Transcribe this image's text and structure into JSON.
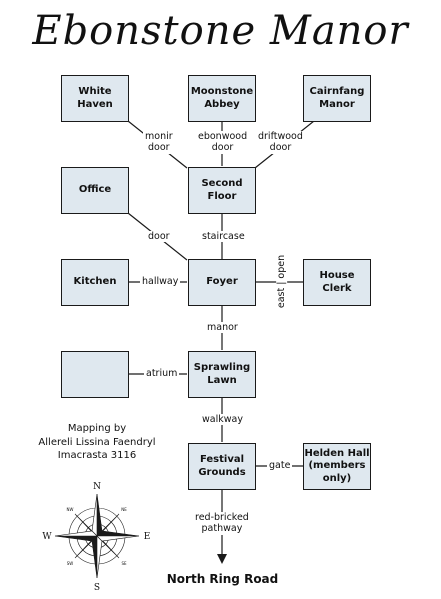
{
  "title": "Ebonstone Manor",
  "rooms": {
    "white_haven": "White Haven",
    "moonstone_abbey": "Moonstone\nAbbey",
    "cairnfang_manor": "Cairnfang\nManor",
    "office": "Office",
    "second_floor": "Second Floor",
    "kitchen": "Kitchen",
    "foyer": "Foyer",
    "house_clerk": "House Clerk",
    "unnamed": "",
    "sprawling_lawn": "Sprawling\nLawn",
    "festival_grounds": "Festival\nGrounds",
    "helden_hall": "Helden Hall\n(members\nonly)"
  },
  "connections": {
    "monir_door": "monir\ndoor",
    "ebonwood_door": "ebonwood\ndoor",
    "driftwood_door": "driftwood\ndoor",
    "door": "door",
    "staircase": "staircase",
    "hallway": "hallway",
    "east_open": "east | open",
    "manor": "manor",
    "atrium": "atrium",
    "walkway": "walkway",
    "gate": "gate",
    "red_bricked_pathway": "red-bricked\npathway"
  },
  "credit": "Mapping by\nAllereli Lissina Faendryl\nImacrasta 3116",
  "destination": "North Ring Road",
  "compass": {
    "n": "N",
    "s": "S",
    "e": "E",
    "w": "W",
    "nw": "NW",
    "ne": "NE",
    "sw": "SW",
    "se": "SE"
  },
  "colors": {
    "room_fill": "#dfe8ef",
    "line": "#1a1a1a",
    "background": "#ffffff"
  }
}
